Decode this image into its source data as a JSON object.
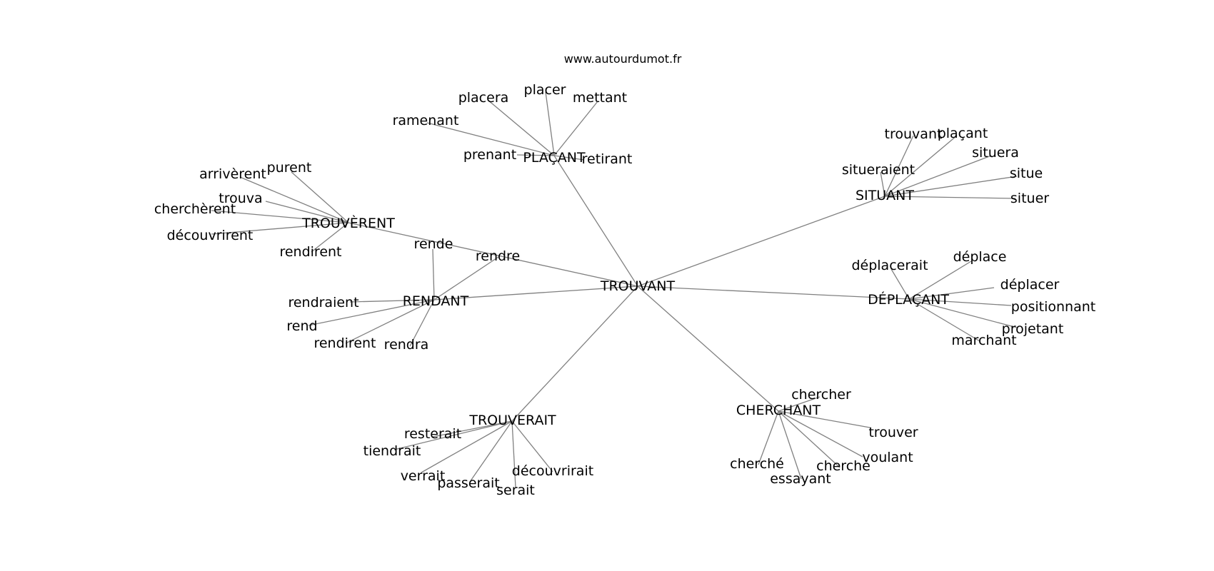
{
  "watermark": "www.autourdumot.fr",
  "center": "TROUVANT",
  "clusters": [
    {
      "hub": "PLAÇANT",
      "leaves": [
        "placera",
        "placer",
        "mettant",
        "ramenant",
        "prenant",
        "retirant"
      ]
    },
    {
      "hub": "TROUVÈRENT",
      "leaves": [
        "arrivèrent",
        "purent",
        "trouva",
        "cherchèrent",
        "découvrirent",
        "rendirent"
      ]
    },
    {
      "hub": "RENDANT",
      "leaves": [
        "rende",
        "rendre",
        "rendraient",
        "rend",
        "rendirent",
        "rendra"
      ]
    },
    {
      "hub": "SITUANT",
      "leaves": [
        "trouvant",
        "plaçant",
        "situeraient",
        "situera",
        "situe",
        "situer"
      ]
    },
    {
      "hub": "DÉPLAÇANT",
      "leaves": [
        "déplacerait",
        "déplace",
        "déplacer",
        "positionnant",
        "projetant",
        "marchant"
      ]
    },
    {
      "hub": "TROUVERAIT",
      "leaves": [
        "resterait",
        "tiendrait",
        "verrait",
        "passerait",
        "serait",
        "découvrirait"
      ]
    },
    {
      "hub": "CHERCHANT",
      "leaves": [
        "chercher",
        "trouver",
        "voulant",
        "cherche",
        "essayant",
        "cherché"
      ]
    }
  ]
}
